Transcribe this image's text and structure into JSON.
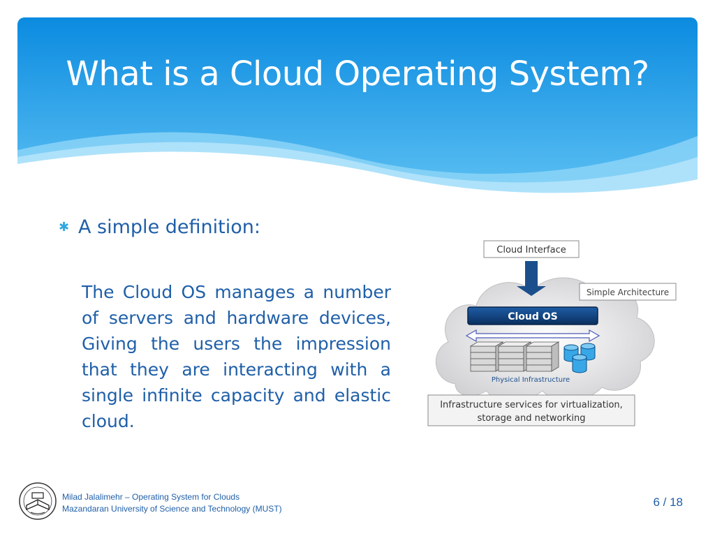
{
  "slide": {
    "title": "What is a Cloud Operating System?",
    "bullet": "A simple definition:",
    "body": "The Cloud OS manages a number of servers and hardware devices, Giving the users the impression that they are interacting with a single infinite capacity and elastic cloud."
  },
  "diagram": {
    "cloud_interface": "Cloud Interface",
    "simple_architecture": "Simple Architecture",
    "cloud_os": "Cloud OS",
    "physical_infrastructure": "Physical Infrastructure",
    "services_line1": "Infrastructure services for virtualization,",
    "services_line2": "storage and networking"
  },
  "footer": {
    "author_line": "Milad Jalalimehr – Operating System for Clouds",
    "university_line": "Mazandaran University of Science and Technology (MUST)",
    "page": "6 / 18"
  },
  "colors": {
    "banner_top": "#0d8ee0",
    "banner_bottom": "#6cc7f5",
    "text_blue": "#1f5fa8",
    "cloud_os_fill": "#0e3f7a"
  }
}
